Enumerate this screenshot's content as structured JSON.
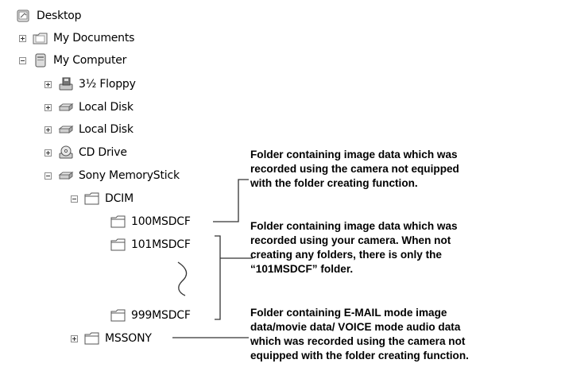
{
  "tree": {
    "desktop": "Desktop",
    "my_documents": "My Documents",
    "my_computer": "My Computer",
    "floppy": "3½ Floppy",
    "local_disk_1": "Local Disk",
    "local_disk_2": "Local Disk",
    "cd_drive": "CD Drive",
    "sony_memorystick": "Sony MemoryStick",
    "dcim": "DCIM",
    "folder_100": "100MSDCF",
    "folder_101": "101MSDCF",
    "folder_999": "999MSDCF",
    "mssony": "MSSONY"
  },
  "notes": {
    "note1": [
      "Folder containing image data which was",
      "recorded using the camera not equipped",
      "with the folder creating function."
    ],
    "note2": [
      "Folder containing image data which was",
      "recorded using your camera. When not",
      "creating any folders, there is only the",
      "“101MSDCF” folder."
    ],
    "note3": [
      "Folder containing E-MAIL mode image",
      "data/movie data/ VOICE mode audio data",
      "which was recorded using the camera not",
      "equipped with the folder creating function."
    ]
  }
}
